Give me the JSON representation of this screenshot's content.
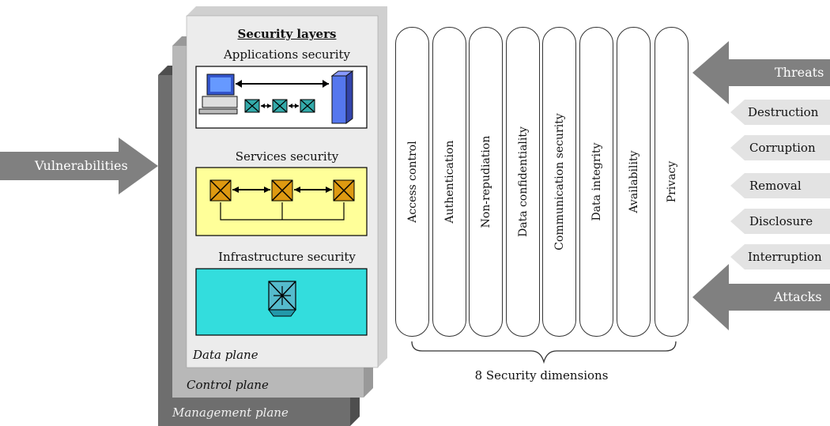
{
  "planes": {
    "data_plane": "Data plane",
    "control_plane": "Control plane",
    "management_plane": "Management plane"
  },
  "security_layers": {
    "title": "Security layers",
    "applications": "Applications security",
    "services": "Services security",
    "infrastructure": "Infrastructure security"
  },
  "dimensions": {
    "items": [
      "Access control",
      "Authentication",
      "Non-repudiation",
      "Data confidentiality",
      "Communication security",
      "Data integrity",
      "Availability",
      "Privacy"
    ],
    "label": "8 Security dimensions"
  },
  "vulnerabilities": "Vulnerabilities",
  "threats": {
    "title": "Threats",
    "items": [
      "Destruction",
      "Corruption",
      "Removal",
      "Disclosure",
      "Interruption"
    ]
  },
  "attacks": "Attacks",
  "colors": {
    "management_plane": "#6e6e6e",
    "control_plane": "#b4b4b4",
    "data_plane": "#ebebeb",
    "services_box": "#ffff99",
    "infrastructure_box": "#33cccc",
    "arrow": "#808080",
    "threat_tag": "#e3e3e3"
  }
}
